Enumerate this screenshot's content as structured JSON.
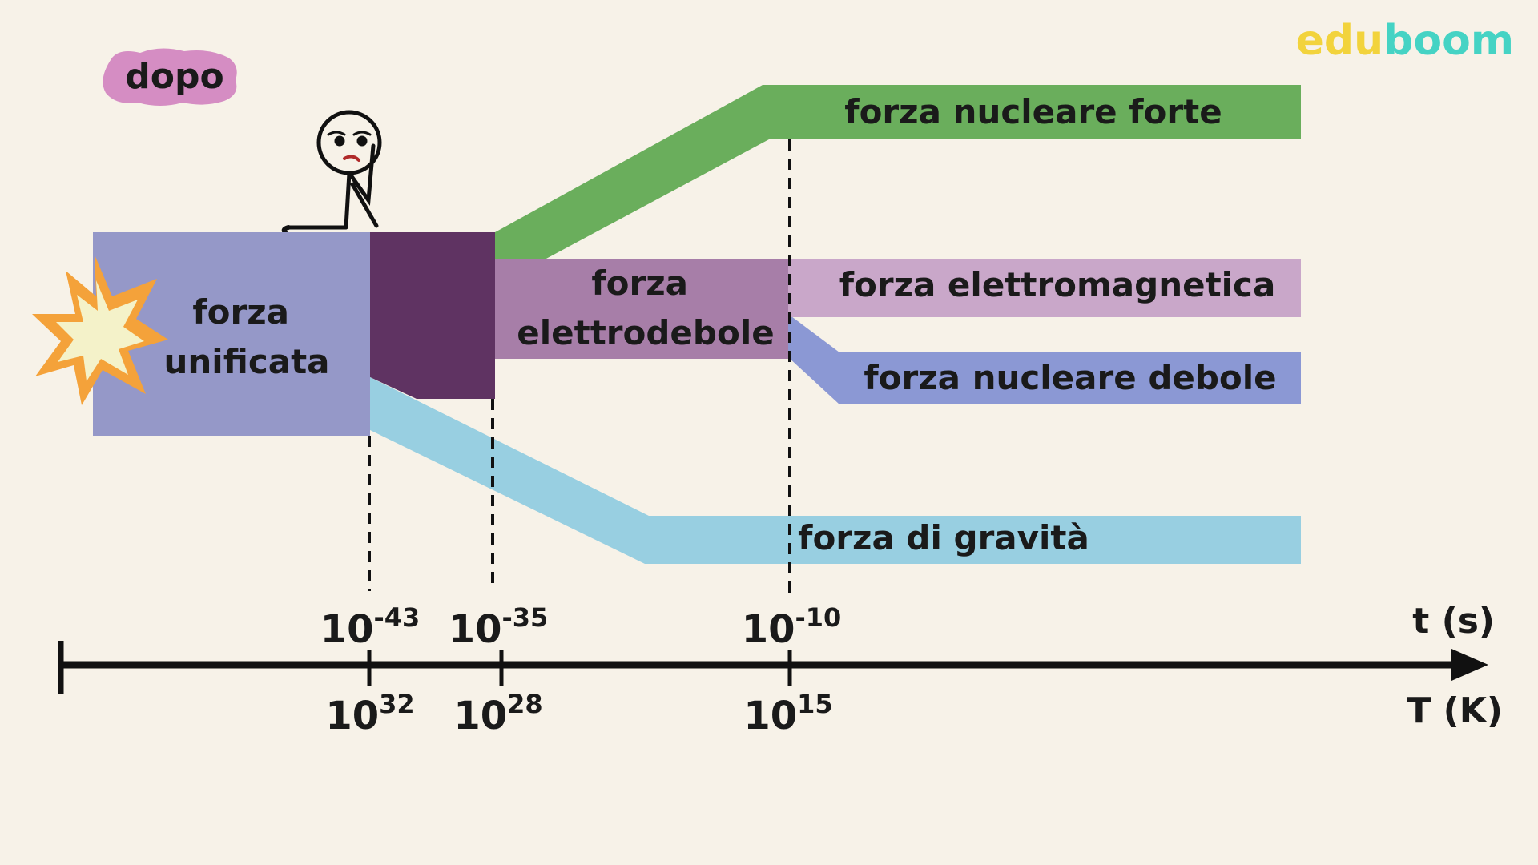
{
  "brand": {
    "part1": "edu",
    "part2": "boom",
    "color1": "#f2d33c",
    "color2": "#45d3c4"
  },
  "badge": {
    "label": "dopo",
    "color": "#d58dc3"
  },
  "forces": {
    "unified": {
      "line1": "forza",
      "line2": "unificata",
      "color": "#9598c8"
    },
    "gut_block": {
      "color": "#5f3362"
    },
    "electroweak": {
      "line1": "forza",
      "line2": "elettrodebole",
      "color": "#a77ea8"
    },
    "strong": {
      "label": "forza nucleare forte",
      "color": "#6aae5c"
    },
    "electromagnetic": {
      "label": "forza elettromagnetica",
      "color": "#c9a7c9"
    },
    "weak": {
      "label": "forza nucleare debole",
      "color": "#8b98d4"
    },
    "gravity": {
      "label": "forza di gravità",
      "color": "#98cfe1"
    }
  },
  "axis": {
    "time_unit": "t (s)",
    "temp_unit": "T (K)",
    "ticks": [
      {
        "time_base": "10",
        "time_exp": "-43",
        "temp_base": "10",
        "temp_exp": "32"
      },
      {
        "time_base": "10",
        "time_exp": "-35",
        "temp_base": "10",
        "temp_exp": "28"
      },
      {
        "time_base": "10",
        "time_exp": "-10",
        "temp_base": "10",
        "temp_exp": "15"
      }
    ]
  },
  "icons": {
    "explosion": "starburst-icon",
    "character": "thinking-stick-figure"
  }
}
